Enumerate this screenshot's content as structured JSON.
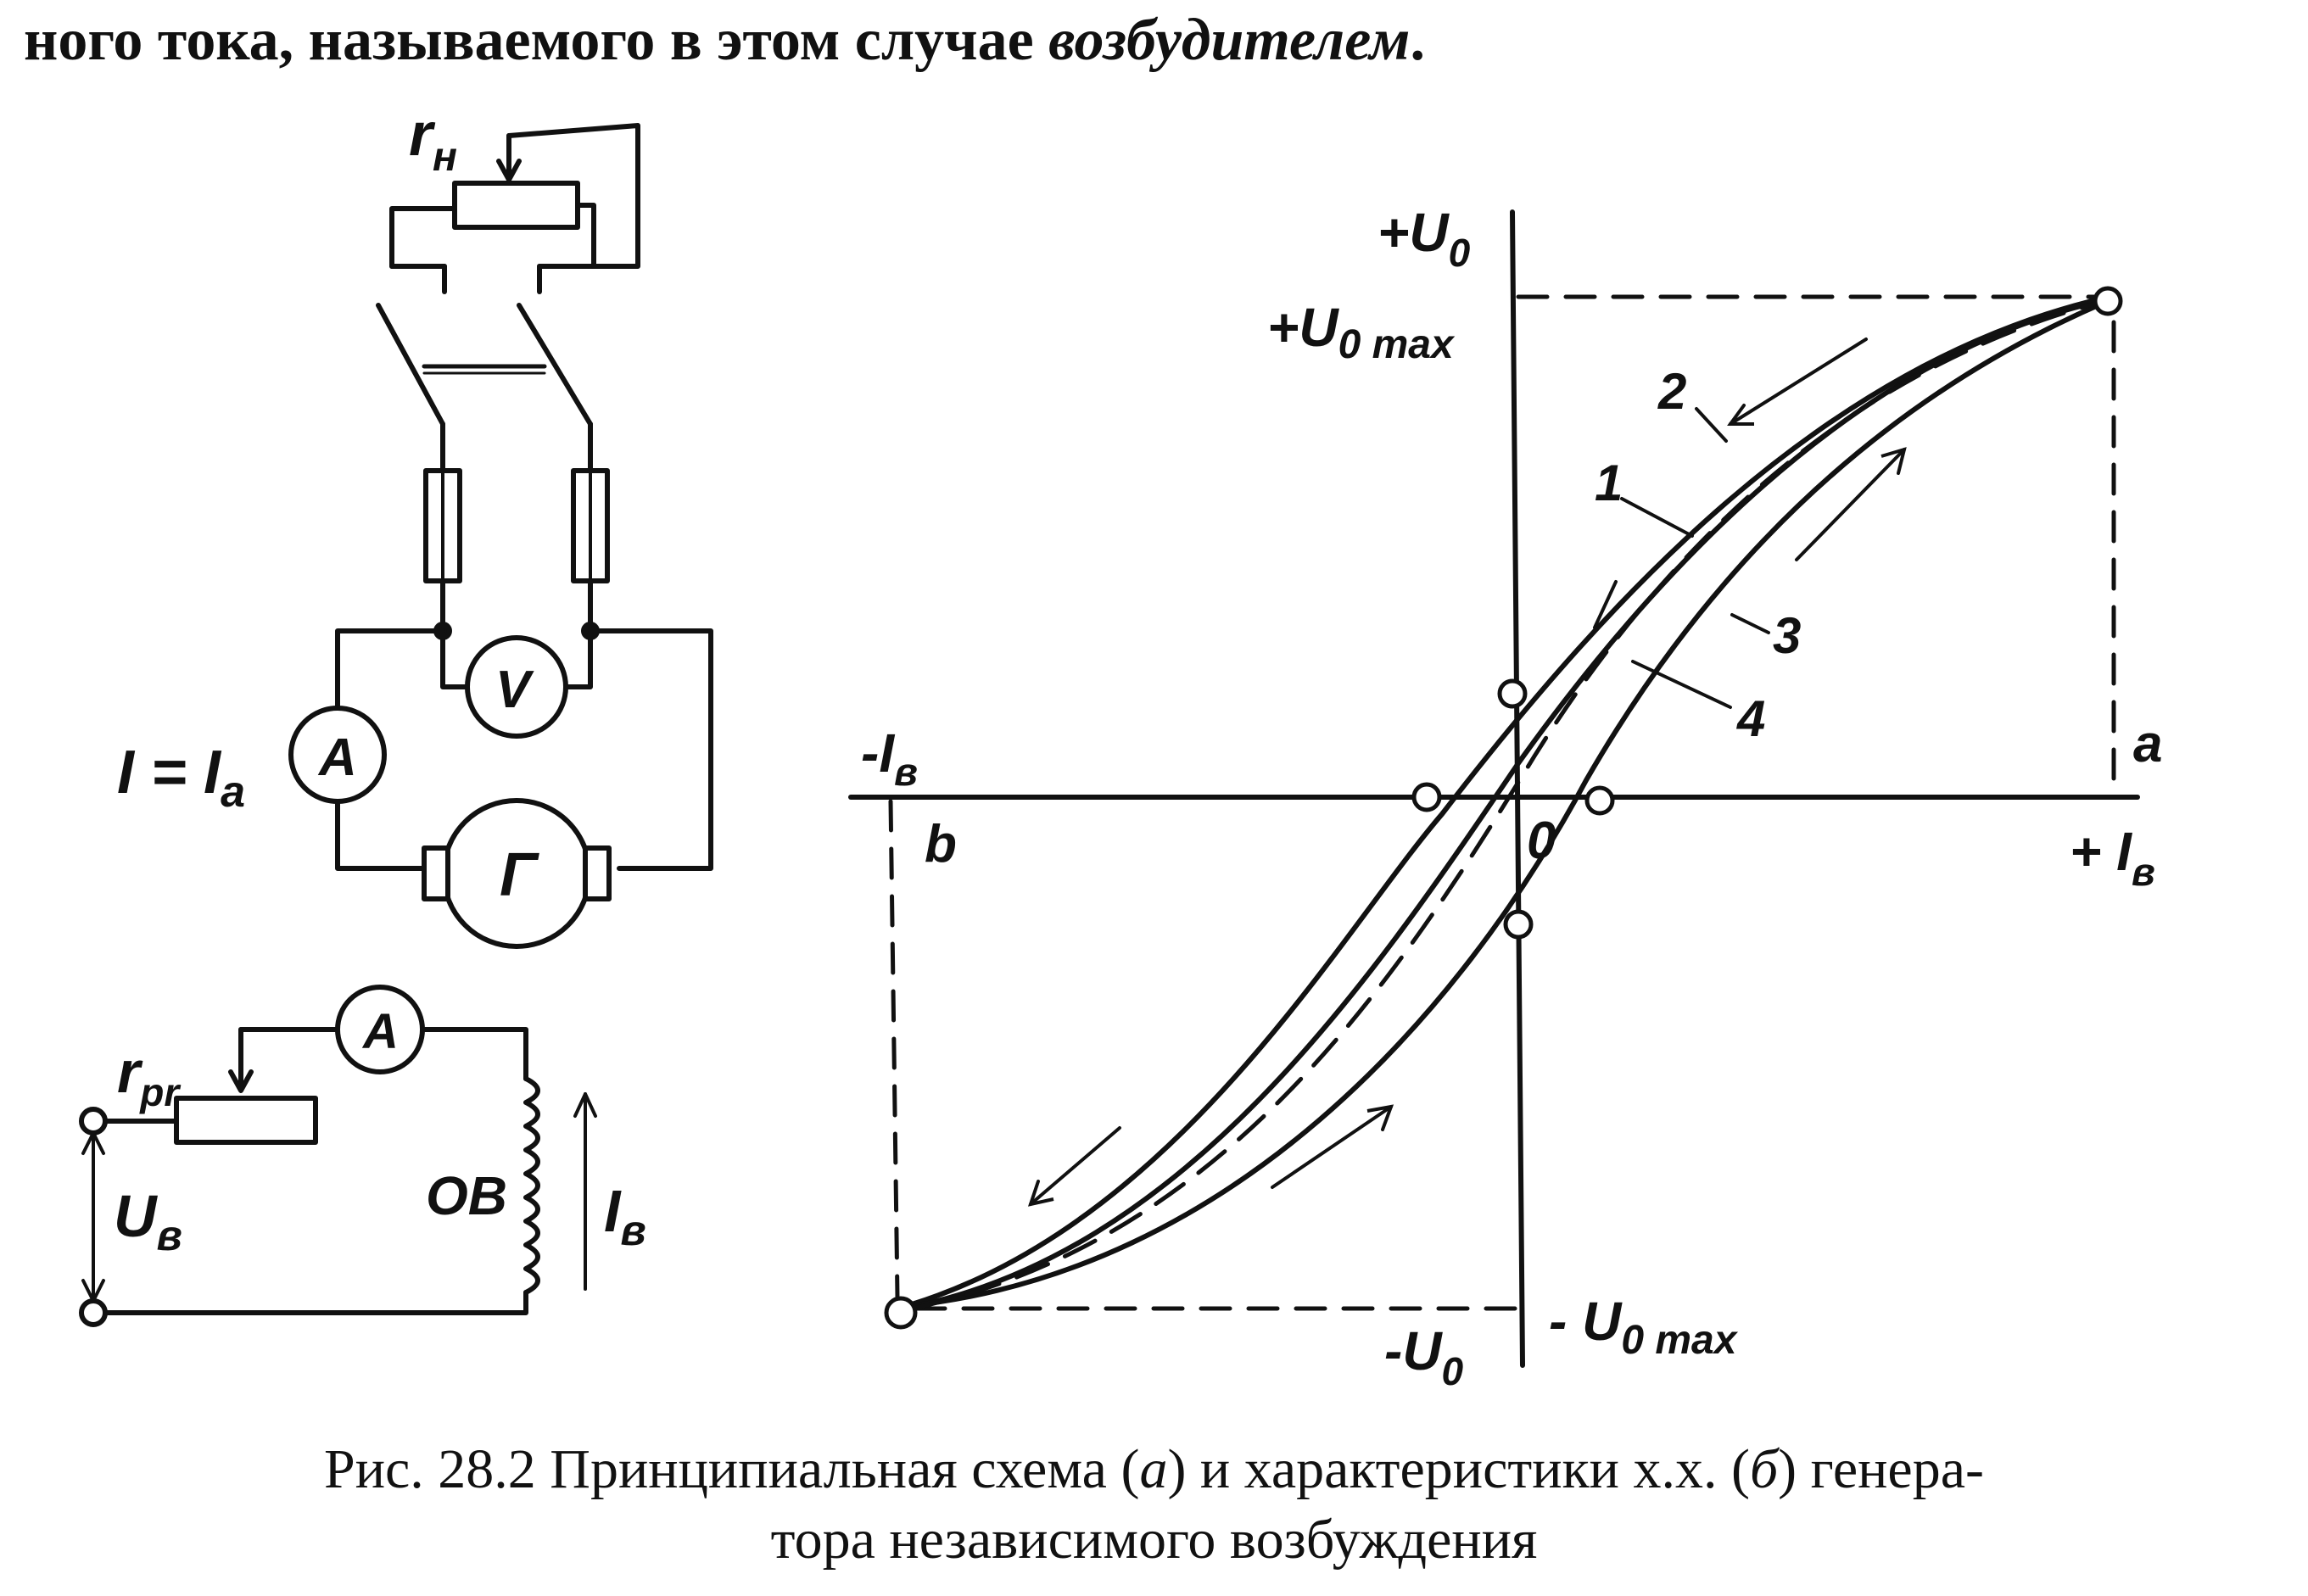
{
  "top_text": {
    "prefix": "ного тока, называемого в этом случае ",
    "emphasis": "возбудителем",
    "suffix": "."
  },
  "circuit": {
    "load_rheostat": {
      "symbol": "r",
      "subscript": "н"
    },
    "voltmeter": "V",
    "ammeter_load": "A",
    "current_label": {
      "main": "I = I",
      "subscript": "a"
    },
    "generator": "Г",
    "excitation_rheostat": {
      "symbol": "r",
      "subscript": "pr"
    },
    "ammeter_excitation": "A",
    "excitation_voltage": {
      "symbol": "U",
      "subscript": "в"
    },
    "field_winding": "OB",
    "excitation_current": {
      "symbol": "I",
      "subscript": "в"
    }
  },
  "graph": {
    "y_positive": {
      "prefix": "+U",
      "subscript": "0"
    },
    "y_positive_max": {
      "prefix": "+U",
      "subscript": "0 max"
    },
    "y_negative": {
      "prefix": "-U",
      "subscript": "0"
    },
    "y_negative_max": {
      "prefix": "- U",
      "subscript": "0 max"
    },
    "x_negative": {
      "prefix": "-I",
      "subscript": "в"
    },
    "x_positive": {
      "prefix": "+ I",
      "subscript": "в"
    },
    "origin": "0",
    "point_a": "a",
    "point_b": "b",
    "curves": [
      "1",
      "2",
      "3",
      "4"
    ]
  },
  "caption": {
    "line1_prefix": "Рис. 28.2 Принципиальная схема (",
    "line1_a": "а",
    "line1_mid": ") и характеристики х.х. (",
    "line1_b": "б",
    "line1_suffix": ") генера-",
    "line2": "тора независимого возбуждения"
  }
}
